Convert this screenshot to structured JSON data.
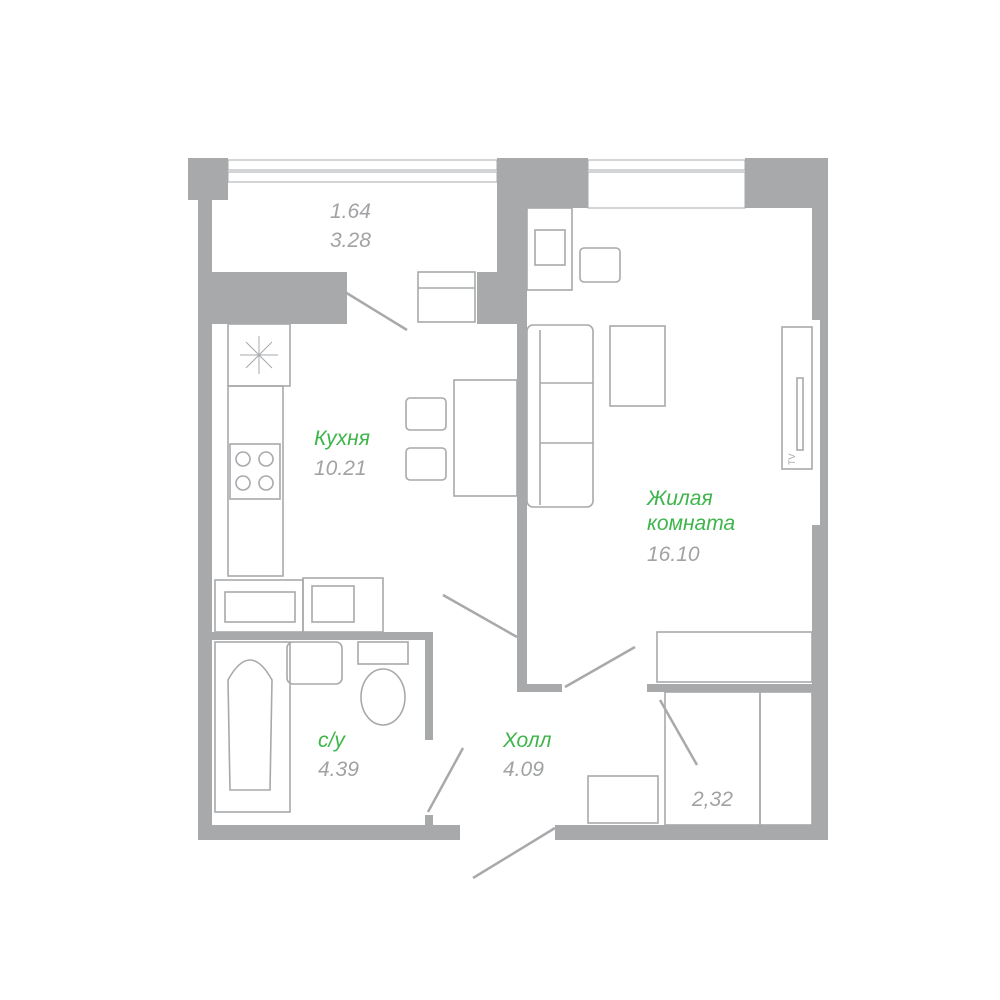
{
  "colors": {
    "wall": "#a7a9ab",
    "room_name": "#3db54a",
    "area": "#a0a2a4"
  },
  "rooms": {
    "balcony": {
      "area_1": "1.64",
      "area_2": "3.28"
    },
    "kitchen": {
      "name": "Кухня",
      "area": "10.21"
    },
    "living": {
      "name_line1": "Жилая",
      "name_line2": "комната",
      "area": "16.10"
    },
    "bathroom": {
      "name": "с/у",
      "area": "4.39"
    },
    "hall": {
      "name": "Холл",
      "area": "4.09"
    },
    "closet": {
      "area": "2,32"
    }
  },
  "furniture": {
    "tv_label": "TV"
  }
}
